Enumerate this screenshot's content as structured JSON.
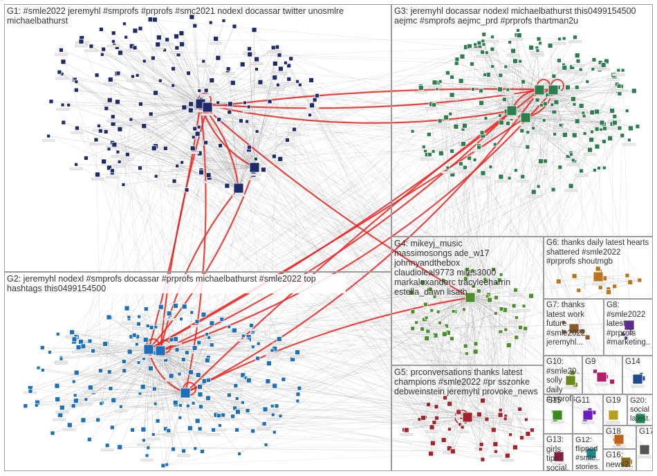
{
  "groups": [
    {
      "id": "G1",
      "label": "G1: #smle2022 jeremyhl #smprofs #prprofs #smc2021 nodexl docassar twitter unosmlre michaelbathurst"
    },
    {
      "id": "G2",
      "label": "G2: jeremyhl nodexl #smprofs docassar #prprofs michaelbathurst #smle2022 top hashtags this0499154500"
    },
    {
      "id": "G3",
      "label": "G3: jeremyhl docassar nodexl michaelbathurst this0499154500 aejmc #smprofs aejmc_prd #prprofs thartman2u"
    },
    {
      "id": "G4",
      "label": "G4: mikeyj_music massimosongs ade_w17 johnnyandthebox claudioleal9773 miles3000 markalexanderc tracyleeharrin estella_dawn lisath"
    },
    {
      "id": "G5",
      "label": "G5: prconversations thanks latest champions #smle2022 #pr sszonke debweinstein jeremyhl provoke_news"
    },
    {
      "id": "G6",
      "label": "G6: thanks daily latest hearts shattered #smle2022 #prprofs shoutmgb"
    },
    {
      "id": "G7",
      "label": "G7: thanks latest work future #smle2022 jeremyhl..."
    },
    {
      "id": "G8",
      "label": "G8: #smle2022 latest #prprofs #marketing..."
    },
    {
      "id": "G9",
      "label": "G9"
    },
    {
      "id": "G10",
      "label": "G10: #smle20... solly daily #prprofs..."
    },
    {
      "id": "G11",
      "label": "G11"
    },
    {
      "id": "G12",
      "label": "G12: flipped #smle... stories..."
    },
    {
      "id": "G13",
      "label": "G13: girls tips social..."
    },
    {
      "id": "G14",
      "label": "G14"
    },
    {
      "id": "G15",
      "label": "G15"
    },
    {
      "id": "G16",
      "label": "G16: news2..."
    },
    {
      "id": "G17",
      "label": "G17"
    },
    {
      "id": "G18",
      "label": "G18"
    },
    {
      "id": "G19",
      "label": "G19"
    },
    {
      "id": "G20",
      "label": "G20: social latest..."
    }
  ],
  "colors": {
    "edge": "#8c8c8c",
    "reciprocal_edge": "#e8231f",
    "box_border": "#9a9a9a",
    "label_text": "#333333",
    "G1": "#1f2a6b",
    "G2": "#1d6fb8",
    "G3": "#2e7d4f",
    "G4": "#4b8f2a",
    "G5": "#a3232b",
    "G6": "#b8751d",
    "G7": "#8a5a2b",
    "G8": "#5a2b8a",
    "G9": "#b0206a",
    "G10": "#6a8a1d",
    "G11": "#6a1db8",
    "G12": "#1d8a8a",
    "G13": "#8a1d3a",
    "G14": "#1d4a8a",
    "G15": "#3a8a1d",
    "G16": "#8a6a1d",
    "G17": "#555555",
    "G18": "#c0601d",
    "G19": "#b8a01d",
    "G20": "#1d8a5a"
  }
}
